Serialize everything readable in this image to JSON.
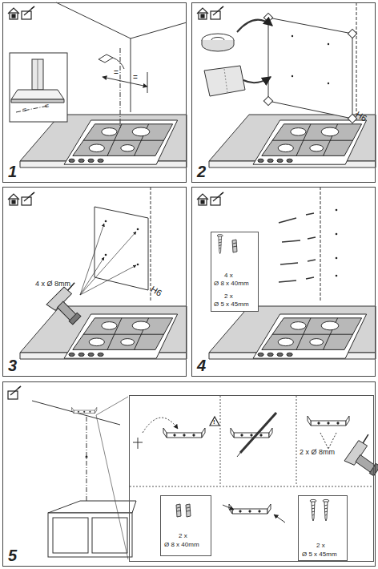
{
  "diagram": {
    "nodes": [
      {
        "text": [
          "1"
        ]
      },
      {
        "text": [
          "2"
        ]
      },
      {
        "text": [
          "3"
        ]
      },
      {
        "text": [
          "4"
        ]
      },
      {
        "text": [
          "4 x",
          "Ø 8 x 40mm",
          "2 x",
          "Ø 5 x 45mm"
        ],
        "in": 3
      },
      {
        "text": [
          "5"
        ]
      },
      {
        "text": [
          "2 x Ø 8mm"
        ],
        "in": 5
      },
      {
        "text": [
          "2 x",
          "Ø 8 x 40mm"
        ],
        "in": 6
      },
      {
        "text": [
          "2 x",
          "Ø 5 x 45mm"
        ],
        "in": 6
      }
    ],
    "labels": [
      "=",
      "=",
      "=",
      "=",
      "H6",
      "H6",
      "4 x Ø 8mm",
      "!"
    ]
  }
}
